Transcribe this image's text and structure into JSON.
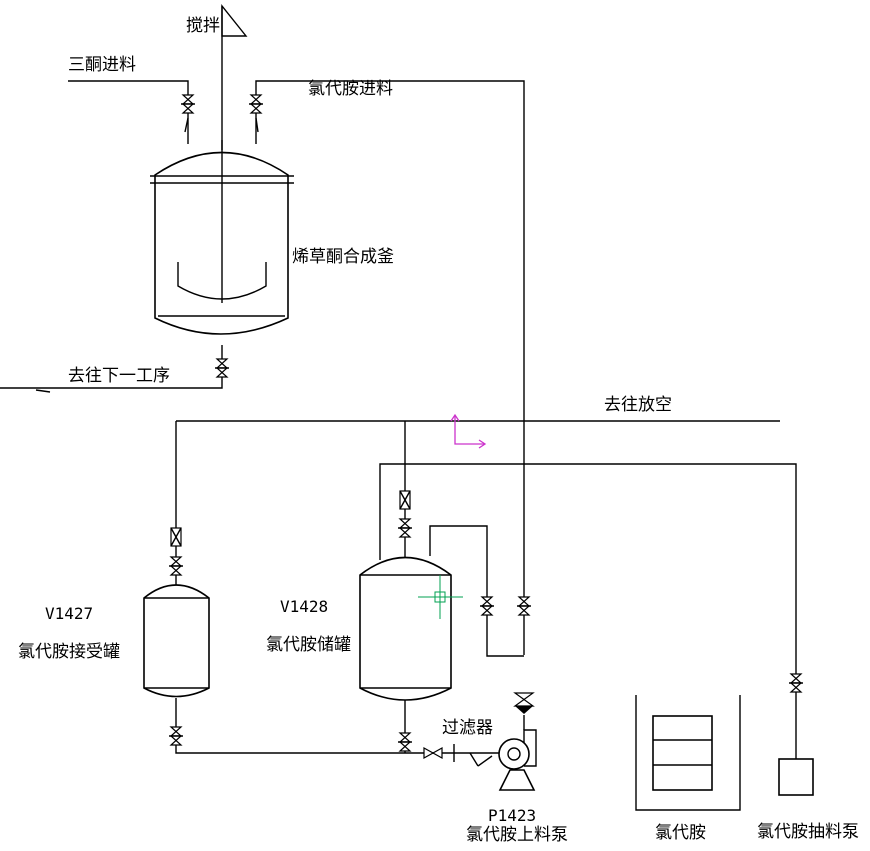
{
  "labels": {
    "stirrer": "搅拌",
    "triketone_feed": "三酮进料",
    "chloramide_feed": "氯代胺进料",
    "synthesis_kettle": "烯草酮合成釜",
    "to_next_process": "去往下一工序",
    "to_vent": "去往放空",
    "filter": "过滤器",
    "pump_tag": "P1423",
    "pump_name": "氯代胺上料泵",
    "receiver_tag": "V1427",
    "receiver_name": "氯代胺接受罐",
    "storage_tag": "V1428",
    "storage_name": "氯代胺储罐",
    "chloramide_drums": "氯代胺",
    "transfer_pump": "氯代胺抽料泵"
  },
  "colors": {
    "line": "#000000",
    "cursor": "#00a050",
    "ucs_icon": "#cc33cc"
  }
}
